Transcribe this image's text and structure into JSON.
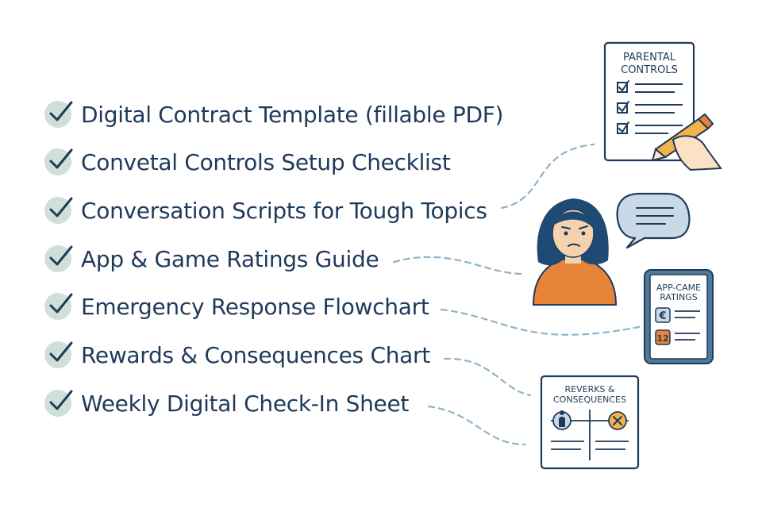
{
  "items": [
    {
      "label": "Digital Contract Template (fillable PDF)"
    },
    {
      "label": "Convetal Controls Setup Checklist"
    },
    {
      "label": "Conversation Scripts for Tough Topics"
    },
    {
      "label": "App & Game Ratings Guide"
    },
    {
      "label": "Emergency Response Flowchart"
    },
    {
      "label": "Rewards & Consequences Chart"
    },
    {
      "label": "Weekly Digital Check-In Sheet"
    }
  ],
  "parental_card": {
    "line1": "PARENTAL",
    "line2": "CONTROLS"
  },
  "ratings_card": {
    "line1": "APP-CAME",
    "line2": "RATINGS",
    "badge1": "€",
    "badge2": "12"
  },
  "rewards_card": {
    "line1": "REVERKS &",
    "line2": "CONSEQUENCES"
  },
  "colors": {
    "text": "#1f3a5a",
    "check_bg": "#cfe1d6",
    "accent_orange": "#e8843a",
    "dash": "#8fb3c8"
  }
}
